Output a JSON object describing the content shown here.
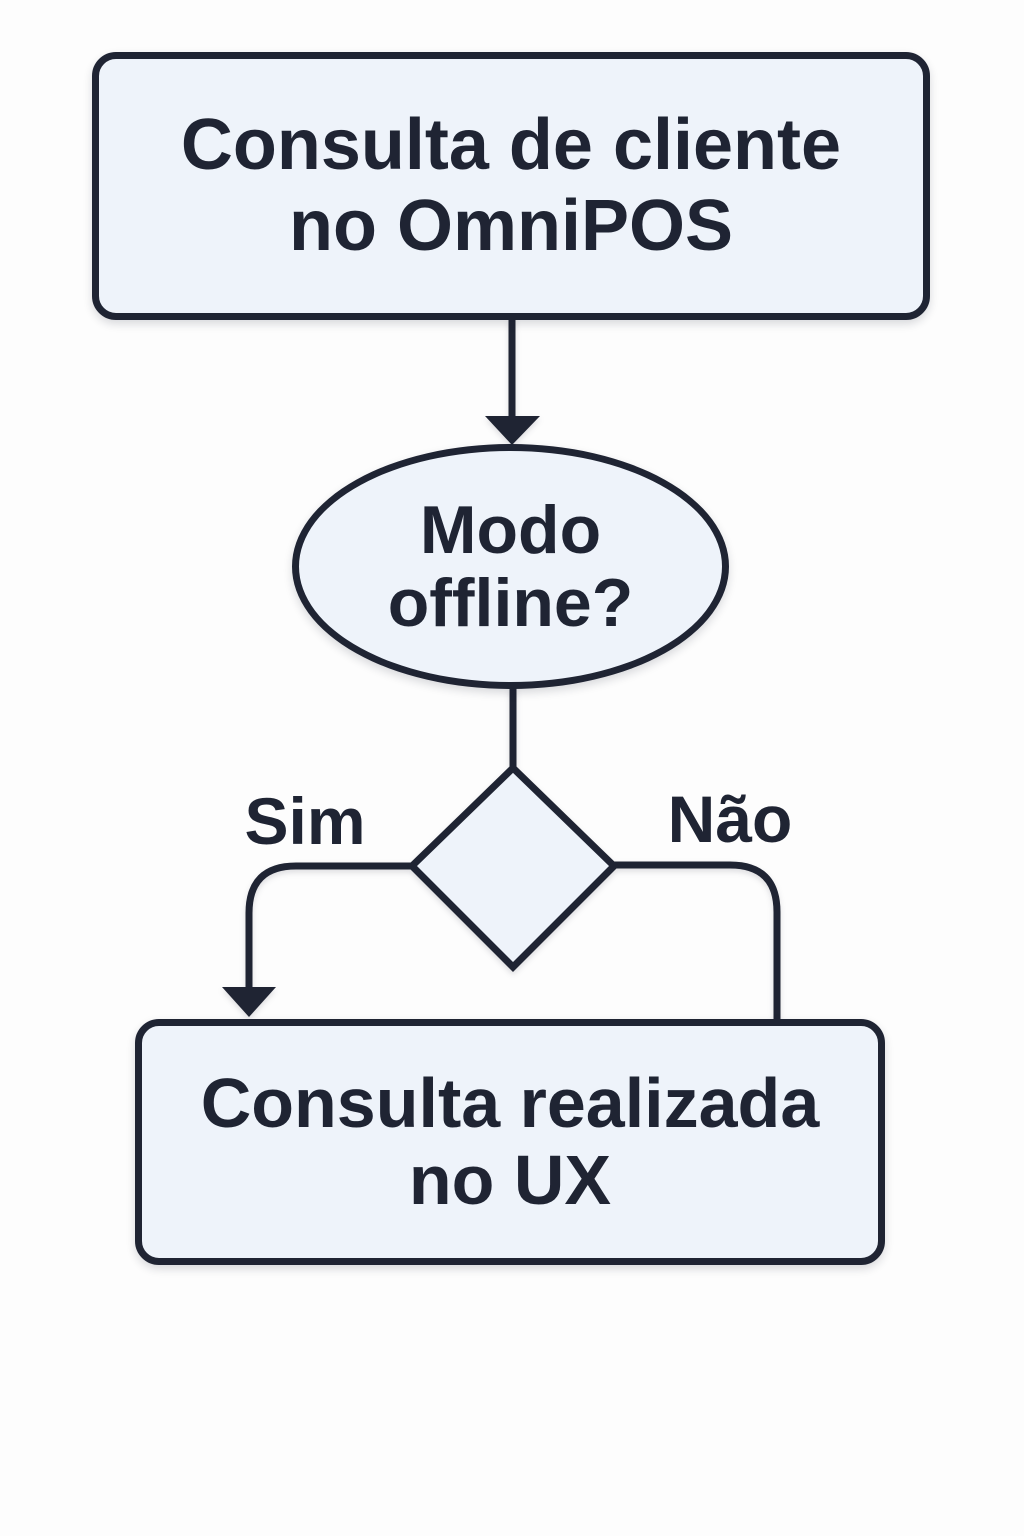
{
  "diagram": {
    "colors": {
      "stroke": "#1f2433",
      "node_fill": "#eef3fa",
      "text": "#1f2433",
      "background": "#fdfdfd"
    },
    "nodes": {
      "start": {
        "type": "rounded-rect",
        "line1": "Consulta de cliente",
        "line2": "no OmniPOS"
      },
      "question": {
        "type": "ellipse",
        "line1": "Modo",
        "line2": "offline?"
      },
      "decision": {
        "type": "diamond",
        "label": ""
      },
      "end": {
        "type": "rounded-rect",
        "line1": "Consulta realizada",
        "line2": "no UX"
      }
    },
    "edges": {
      "yes_label": "Sim",
      "no_label": "Não"
    }
  }
}
